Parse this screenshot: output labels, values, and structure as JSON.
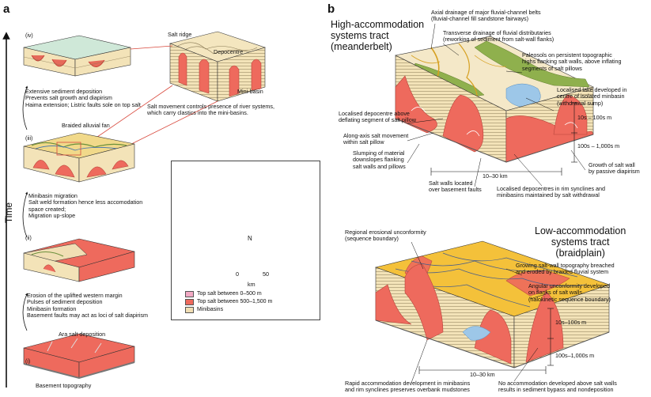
{
  "panel_a": {
    "letter": "a",
    "time_axis_label": "Time",
    "stages": [
      "(iv)",
      "(iii)",
      "(ii)",
      "(i)"
    ],
    "block_i": {
      "label_top": "Ara salt deposition",
      "label_bottom": "Basement topography"
    },
    "note_i_ii": "Erosion of the uplifted western margin\nPulses of sediment deposition\nMinibasin formation\nBasement faults may act as loci of salt diapirism",
    "note_ii_iii": "Minibasin migration\nSalt weld formation hence less accomodation\nspace created;\nMigration up-slope",
    "note_iii": "Braided alluvial fan",
    "note_iii_iv": "Extensive sediment deposition\nPrevents salt growth and diapirism\nHaima extension; Listric faults sole on top salt",
    "zoom_labels": {
      "salt_ridge": "Salt ridge",
      "depocentre": "Depocentre",
      "minibasin": "Mini-basin"
    },
    "zoom_caption": "Salt movement controls presence of river systems,\nwhich carry clastics into the mini-basins.",
    "map": {
      "north": "N",
      "scale_0": "0",
      "scale_50": "50",
      "scale_unit": "km",
      "legend": [
        {
          "label": "Top salt between 0–500 m",
          "color": "#f2a9c4"
        },
        {
          "label": "Top salt between 500–1,500 m",
          "color": "#ee6a5d"
        },
        {
          "label": "Minibasins",
          "color": "#f1deb4"
        }
      ]
    }
  },
  "panel_b": {
    "letter": "b",
    "high": {
      "title": "High-accommodation\nsystems tract\n(meanderbelt)",
      "labels": {
        "axial": "Axial drainage of major fluvial-channel belts\n(fluvial-channel fill sandstone fairways)",
        "transverse": "Transverse drainage of fluvial distributaries\n(reworking of sediment from salt-wall flanks)",
        "paleosols": "Paleosols on persistent topographic\nhighs flanking salt walls, above inflating\nsegments of salt pillows",
        "lake": "Localised lake developed in\ncentre of isolated minbasin\n(withdrawal sump)",
        "localised_depocentre": "Localised depocentre above\ndeflating segment of salt pillow",
        "along_axis": "Along-axis salt movement\nwithin salt pillow",
        "slumping": "Slumping of material\ndownslopes flanking\nsalt walls and pillows",
        "salt_walls": "Salt walls located\nover basement faults",
        "rim_synclines": "Localised depocentres in rim synclines and\nminibasins maintained by salt withdrawal",
        "growth": "Growth of salt wall\nby passive diapirism",
        "thick1": "10s – 100s m",
        "thick2": "100s – 1,000s m",
        "width": "10–30 km"
      }
    },
    "low": {
      "title": "Low-accommodation\nsystems tract\n(braidplain)",
      "labels": {
        "regional": "Regional erosional unconformity\n(sequence boundary)",
        "growing": "Growing salt-wall topography breached\nand eroded by braided fluvial system",
        "angular": "Angular unconformity developed\non flanks of salt walls\n(halokinetic sequence boundary)",
        "thick1": "10s–100s m",
        "thick2": "100s–1,000s m",
        "width": "10–30 km",
        "rapid": "Rapid accommodation development in minibasins\nand rim synclines preserves overbank mudstones",
        "no_accom": "No accommodation developed above salt walls\nresults in sediment bypass and nondeposition"
      }
    }
  }
}
